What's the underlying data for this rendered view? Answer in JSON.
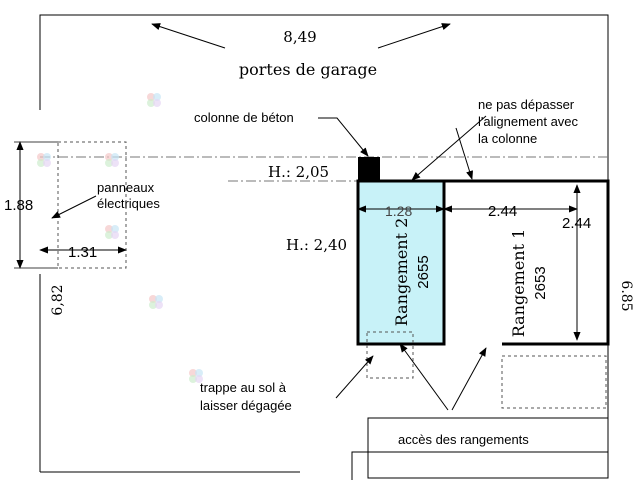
{
  "colors": {
    "room_fill": "#c8f2f8",
    "line": "#000000",
    "dashed": "#555555"
  },
  "dimensions": {
    "garage_width": "8,49",
    "left_height": "6,82",
    "right_height": "6.85",
    "panel_height": "1.88",
    "panel_width": "1.31",
    "room2_width": "1.28",
    "room1_width": "2.44",
    "room1_height": "2.44",
    "heights": {
      "beam": "H.: 2,05",
      "room2": "H.: 2,40"
    }
  },
  "labels": {
    "garage_doors": "portes de garage",
    "concrete_column": "colonne de béton",
    "electric_panels_line1": "panneaux",
    "electric_panels_line2": "électriques",
    "alignment_line1": "ne pas dépasser",
    "alignment_line2": "l'alignement avec",
    "alignment_line3": "la colonne",
    "trapdoor_line1": "trappe au sol à",
    "trapdoor_line2": "laisser dégagée",
    "access": "accès des rangements"
  },
  "rooms": {
    "room2": {
      "name": "Rangement 2",
      "number": "2655"
    },
    "room1": {
      "name": "Rangement 1",
      "number": "2653"
    }
  },
  "icons": [
    "concrete-column-icon",
    "watermark-flower-icon"
  ]
}
